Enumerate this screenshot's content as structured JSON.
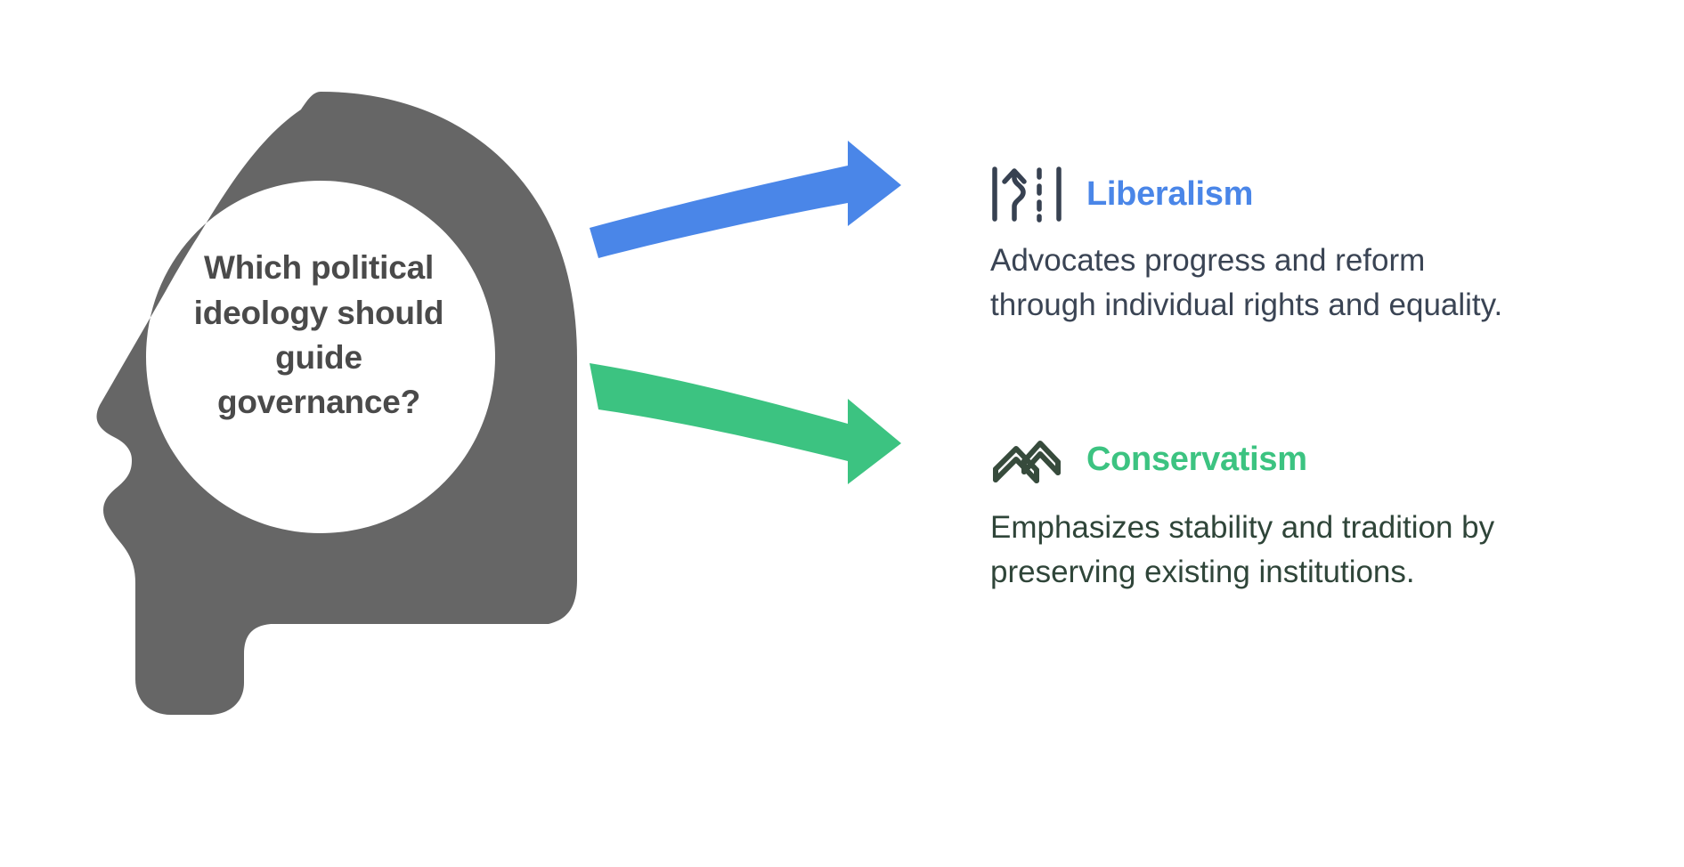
{
  "diagram": {
    "type": "concept-branch-diagram",
    "question": {
      "icon": "head-profile-silhouette-icon",
      "text": "Which political ideology should guide governance?"
    },
    "branches": [
      {
        "id": "liberalism",
        "icon": "road-lane-winding-arrow-icon",
        "title": "Liberalism",
        "description": "Advocates progress and reform through individual rights and equality.",
        "arrow": "curved-arrow-up-right",
        "color": "#4a86e8",
        "desc_color": "#3a4454"
      },
      {
        "id": "conservatism",
        "icon": "double-chevron-mountain-icon",
        "title": "Conservatism",
        "description": "Emphasizes stability and tradition by preserving existing institutions.",
        "arrow": "curved-arrow-down-right",
        "color": "#3cc381",
        "desc_color": "#2f4539"
      }
    ],
    "colors": {
      "head_fill": "#666666",
      "question_text": "#4a4a4a",
      "icon_stroke": "#374151",
      "conservatism_icon_stroke": "#374b3c",
      "background": "#ffffff"
    }
  }
}
